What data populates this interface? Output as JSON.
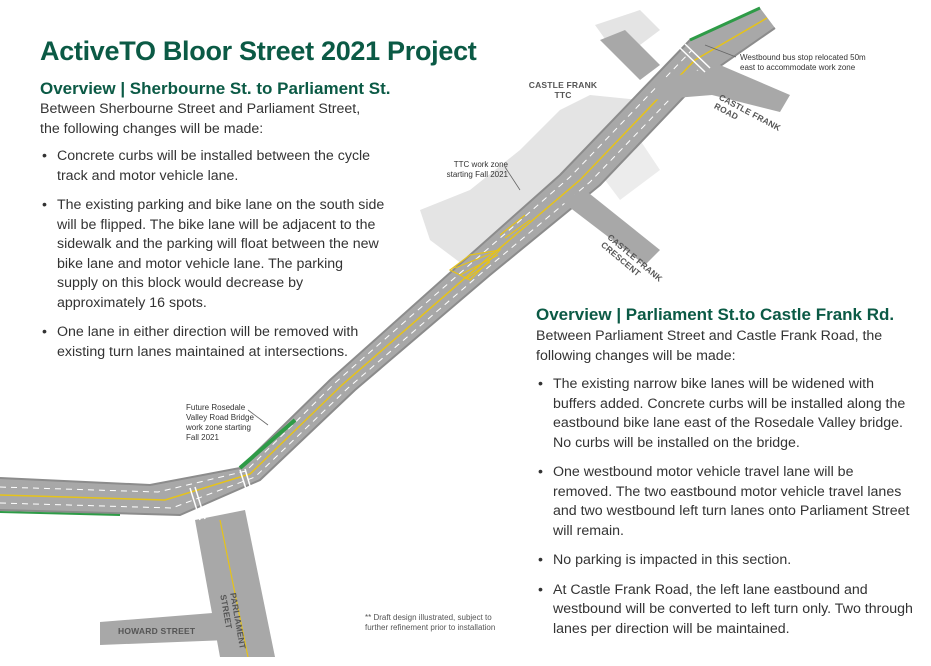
{
  "title": "ActiveTO Bloor Street 2021 Project",
  "section1": {
    "heading": "Overview | Sherbourne St. to Parliament St.",
    "intro": "Between Sherbourne Street and Parliament Street, the following changes will be made:",
    "bullets": [
      "Concrete curbs will be installed between the cycle track and motor vehicle lane.",
      "The existing parking and bike lane on the south side will be flipped. The bike lane will be adjacent to the sidewalk and the parking will float between the new bike lane and motor vehicle lane. The parking supply on this block would decrease by approximately 16 spots.",
      "One lane in either direction will be removed with existing turn lanes maintained at intersections."
    ]
  },
  "section2": {
    "heading": "Overview | Parliament St.to Castle Frank Rd.",
    "intro": "Between Parliament Street and Castle Frank Road, the following changes will be made:",
    "bullets": [
      "The existing narrow bike lanes will be widened with buffers added. Concrete curbs will be installed along the eastbound bike lane east of the Rosedale Valley bridge. No curbs will be installed on the bridge.",
      "One westbound motor vehicle travel lane will be removed. The two eastbound motor vehicle travel lanes and two westbound left turn lanes onto Parliament Street will remain.",
      "No parking is impacted in this section.",
      "At Castle Frank Road, the left lane eastbound and westbound will be converted to left turn only. Two through lanes per direction will be maintained."
    ]
  },
  "labels": {
    "bus_stop": "Westbound bus stop relocated 50m east to accommodate work zone",
    "ttc_work_zone": "TTC work zone starting Fall 2021",
    "bridge_work_zone": "Future Rosedale Valley Road Bridge work zone starting Fall 2021",
    "castle_frank_ttc": "CASTLE FRANK TTC",
    "castle_frank_road": "CASTLE FRANK ROAD",
    "castle_frank_crescent": "CASTLE FRANK CRESCENT",
    "parliament_street": "PARLIAMENT STREET",
    "howard_street": "HOWARD STREET"
  },
  "footnote": "** Draft design illustrated, subject to further refinement prior to installation",
  "colors": {
    "title_green": "#0b5a45",
    "road_gray": "#a9a9a9",
    "land_gray": "#e2e2e2",
    "bike_green": "#2e9b47",
    "marking_yellow": "#e6c319"
  }
}
